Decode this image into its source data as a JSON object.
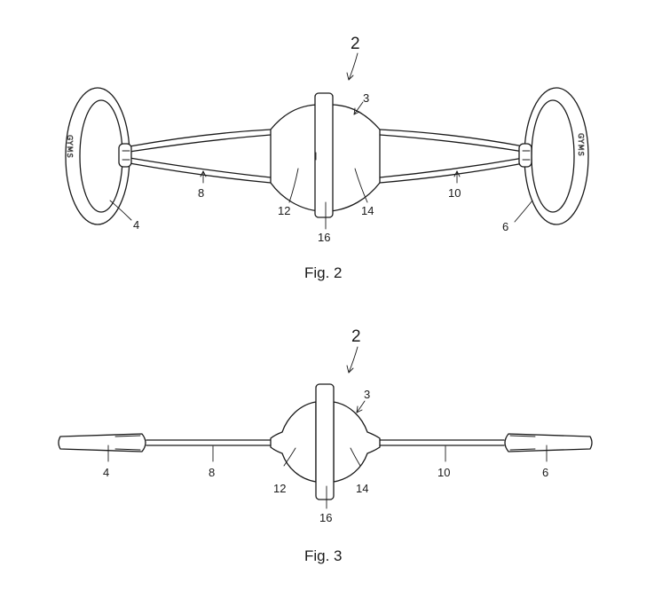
{
  "fig2": {
    "ref_assembly": "2",
    "ref_body": "3",
    "ref_left_handle": "4",
    "ref_right_handle": "6",
    "ref_left_cord": "8",
    "ref_right_cord": "10",
    "ref_left_half": "12",
    "ref_right_half": "14",
    "ref_center_ring": "16",
    "handle_logo": "GYMS",
    "caption": "Fig. 2"
  },
  "fig3": {
    "ref_assembly": "2",
    "ref_body": "3",
    "ref_left_handle": "4",
    "ref_right_handle": "6",
    "ref_left_cord": "8",
    "ref_right_cord": "10",
    "ref_left_half": "12",
    "ref_right_half": "14",
    "ref_center_ring": "16",
    "caption": "Fig. 3"
  }
}
